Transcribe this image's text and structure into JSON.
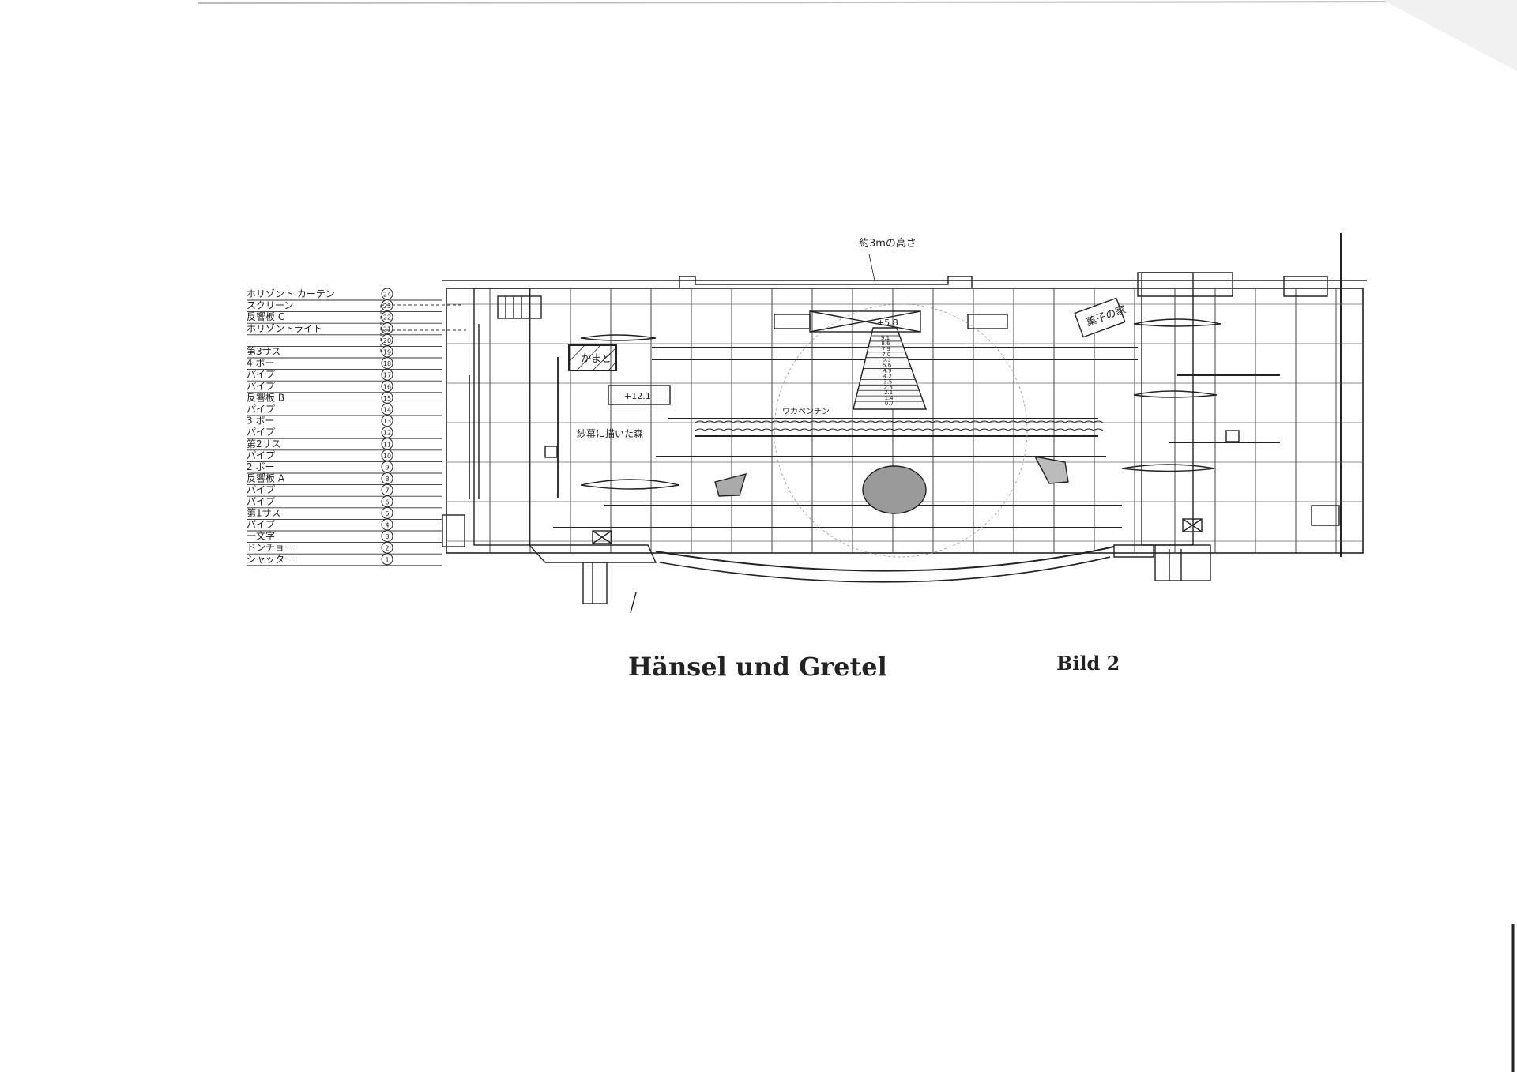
{
  "diagram": {
    "title": "Hänsel und Gretel",
    "scene": "Bild 2",
    "height_note": "約3mの高さ",
    "gauze_label": "ワカペンチン",
    "net_label": "紗幕に描いた森",
    "oven_label": "かまど",
    "house_label": "菓子の家",
    "stair_top_label": "+5.8",
    "step_label": "+12.1"
  },
  "lines": [
    {
      "label": "ホリゾント カーテン",
      "num": "24"
    },
    {
      "label": "スクリーン",
      "num": "23"
    },
    {
      "label": "反響板 C",
      "num": "22"
    },
    {
      "label": "ホリゾントライト",
      "num": "21"
    },
    {
      "label": "",
      "num": "20"
    },
    {
      "label": "第3サス",
      "num": "19"
    },
    {
      "label": "4 ボー",
      "num": "18"
    },
    {
      "label": "パイプ",
      "num": "17"
    },
    {
      "label": "パイプ",
      "num": "16"
    },
    {
      "label": "反響板 B",
      "num": "15"
    },
    {
      "label": "パイプ",
      "num": "14"
    },
    {
      "label": "3 ボー",
      "num": "13"
    },
    {
      "label": "パイプ",
      "num": "12"
    },
    {
      "label": "第2サス",
      "num": "11"
    },
    {
      "label": "パイプ",
      "num": "10"
    },
    {
      "label": "2 ボー",
      "num": "9"
    },
    {
      "label": "反響板 A",
      "num": "8"
    },
    {
      "label": "パイプ",
      "num": "7"
    },
    {
      "label": "パイプ",
      "num": "6"
    },
    {
      "label": "第1サス",
      "num": "5"
    },
    {
      "label": "パイプ",
      "num": "4"
    },
    {
      "label": "一文字",
      "num": "3"
    },
    {
      "label": "ドンチョー",
      "num": "2"
    },
    {
      "label": "シャッター",
      "num": "1"
    }
  ],
  "stair_steps": [
    "9.1",
    "8.6",
    "7.9",
    "7.0",
    "6.3",
    "5.6",
    "4.9",
    "4.2",
    "3.5",
    "2.8",
    "2.1",
    "1.4",
    "0.7"
  ]
}
